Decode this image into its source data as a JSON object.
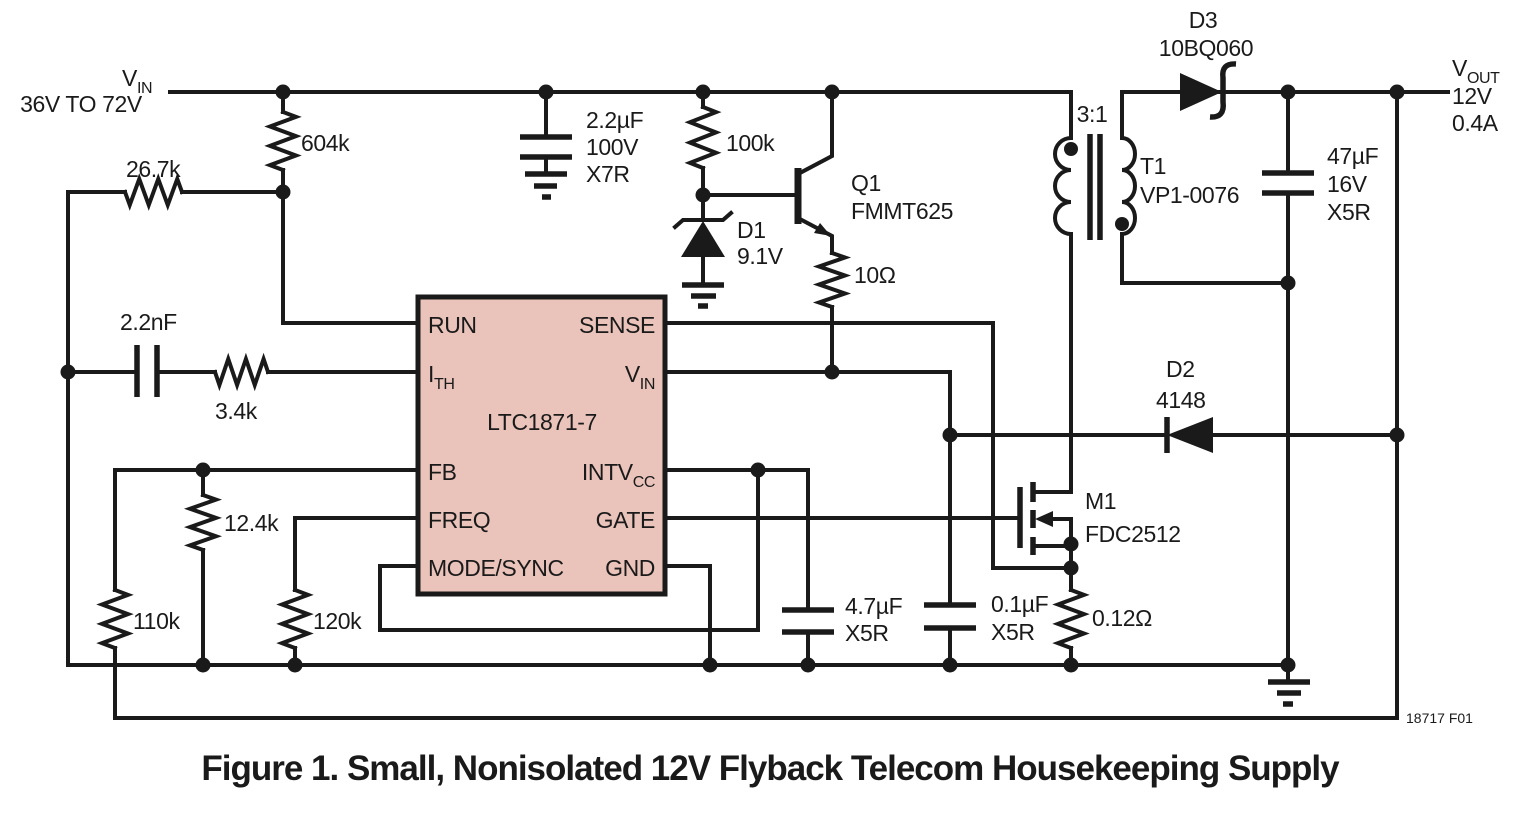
{
  "colors": {
    "ic_fill": "#eac4bb",
    "line": "#1a1a1a",
    "background": "#ffffff"
  },
  "input": {
    "name": "V",
    "sub": "IN",
    "range": "36V TO 72V"
  },
  "output": {
    "name": "V",
    "sub": "OUT",
    "voltage": "12V",
    "current": "0.4A"
  },
  "ic": {
    "part": "LTC1871-7",
    "pins": {
      "run": "RUN",
      "ith": "I",
      "ith_sub": "TH",
      "fb": "FB",
      "freq": "FREQ",
      "mode_sync": "MODE/SYNC",
      "sense": "SENSE",
      "vin": "V",
      "vin_sub": "IN",
      "intvcc": "INTV",
      "intvcc_sub": "CC",
      "gate": "GATE",
      "gnd": "GND"
    }
  },
  "resistors": {
    "r604k": "604k",
    "r26_7k": "26.7k",
    "r100k": "100k",
    "r10": "10Ω",
    "r3_4k": "3.4k",
    "r12_4k": "12.4k",
    "r110k": "110k",
    "r120k": "120k",
    "r0_12": "0.12Ω"
  },
  "capacitors": {
    "c2_2uF": {
      "value": "2.2µF",
      "rating": "100V",
      "type": "X7R"
    },
    "c2_2nF": {
      "value": "2.2nF"
    },
    "c4_7uF": {
      "value": "4.7µF",
      "type": "X5R"
    },
    "c0_1uF": {
      "value": "0.1µF",
      "type": "X5R"
    },
    "c47uF": {
      "value": "47µF",
      "rating": "16V",
      "type": "X5R"
    }
  },
  "diodes": {
    "d1": {
      "ref": "D1",
      "value": "9.1V"
    },
    "d2": {
      "ref": "D2",
      "part": "4148"
    },
    "d3": {
      "ref": "D3",
      "part": "10BQ060"
    }
  },
  "transistors": {
    "q1": {
      "ref": "Q1",
      "part": "FMMT625"
    },
    "m1": {
      "ref": "M1",
      "part": "FDC2512"
    }
  },
  "transformer": {
    "ref": "T1",
    "part": "VP1-0076",
    "ratio": "3:1"
  },
  "figure": {
    "caption": "Figure 1. Small, Nonisolated 12V Flyback Telecom Housekeeping Supply",
    "code": "18717 F01"
  }
}
